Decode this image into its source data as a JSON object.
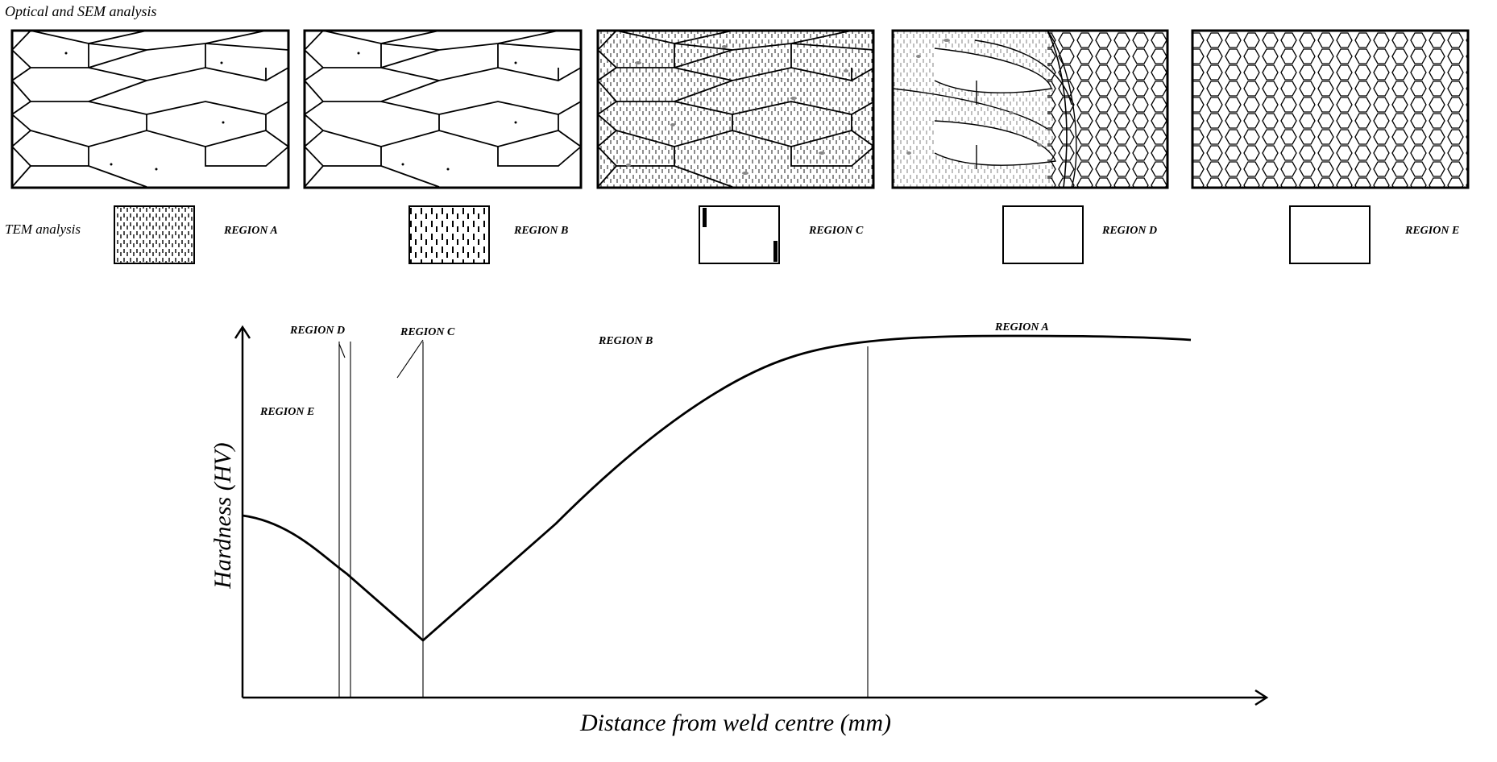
{
  "headings": {
    "optical": "Optical and SEM analysis",
    "tem": "TEM analysis"
  },
  "regions": [
    "REGION A",
    "REGION B",
    "REGION C",
    "REGION D",
    "REGION E"
  ],
  "graph": {
    "y_label": "Hardness (HV)",
    "x_label": "Distance from weld centre (mm)",
    "region_labels": {
      "e": "REGION E",
      "d": "REGION D",
      "c": "REGION C",
      "b": "REGION B",
      "a": "REGION A"
    }
  }
}
